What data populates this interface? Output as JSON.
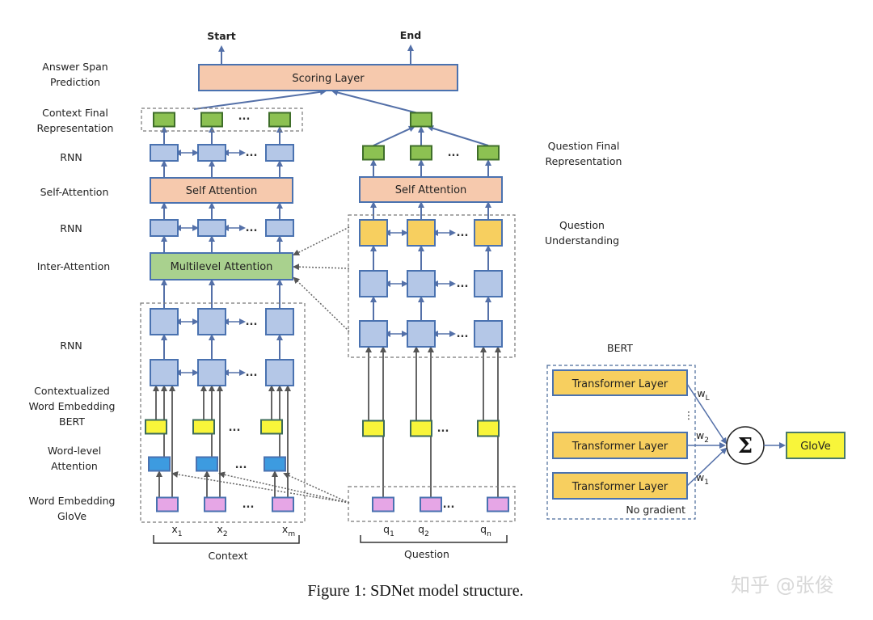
{
  "outputs": {
    "start": "Start",
    "end": "End"
  },
  "row_labels": {
    "answer_span": [
      "Answer Span",
      "Prediction"
    ],
    "context_final": [
      "Context Final",
      "Representation"
    ],
    "rnn_top": "RNN",
    "self_attention": "Self-Attention",
    "rnn_mid": "RNN",
    "inter_attention": "Inter-Attention",
    "rnn_low": "RNN",
    "contextualized": [
      "Contextualized",
      "Word Embedding",
      "BERT"
    ],
    "word_level": [
      "Word-level",
      "Attention"
    ],
    "word_embedding": [
      "Word Embedding",
      "GloVe"
    ]
  },
  "right_labels": {
    "question_final": [
      "Question Final",
      "Representation"
    ],
    "question_understanding": [
      "Question",
      "Understanding"
    ]
  },
  "boxes": {
    "scoring_layer": "Scoring Layer",
    "self_attention_context": "Self Attention",
    "self_attention_question": "Self Attention",
    "multilevel_attention": "Multilevel Attention"
  },
  "ellipsis": "...",
  "context_tokens": [
    {
      "base": "x",
      "sub": "1"
    },
    {
      "base": "x",
      "sub": "2"
    },
    {
      "base": "x",
      "sub": "m"
    }
  ],
  "question_tokens": [
    {
      "base": "q",
      "sub": "1"
    },
    {
      "base": "q",
      "sub": "2"
    },
    {
      "base": "q",
      "sub": "n"
    }
  ],
  "groups": {
    "context": "Context",
    "question": "Question"
  },
  "bert_panel": {
    "title": "BERT",
    "layers": [
      "Transformer Layer",
      "Transformer Layer",
      "Transformer Layer"
    ],
    "weights": [
      {
        "base": "w",
        "sub": "L"
      },
      {
        "base": "w",
        "sub": "2"
      },
      {
        "base": "w",
        "sub": "1"
      }
    ],
    "vdots": "⋮",
    "sum_symbol": "Σ",
    "output": "GloVe",
    "note": "No gradient"
  },
  "caption": "Figure 1: SDNet model structure.",
  "watermark": "知乎 @张俊",
  "colors": {
    "blue_fill": "#b4c7e7",
    "blue_stroke": "#4a72b0",
    "green_fill": "#8cc152",
    "green_stroke": "#3f6e2a",
    "salmon_fill": "#f6c9ad",
    "gold_fill": "#f7cf5f",
    "yellow_fill": "#f8f53a",
    "cyan_fill": "#3d9be0",
    "pink_fill": "#e6a6e6",
    "ml_green_fill": "#a9d18e",
    "arrow_blue": "#5470a8",
    "arrow_gray": "#666666"
  }
}
